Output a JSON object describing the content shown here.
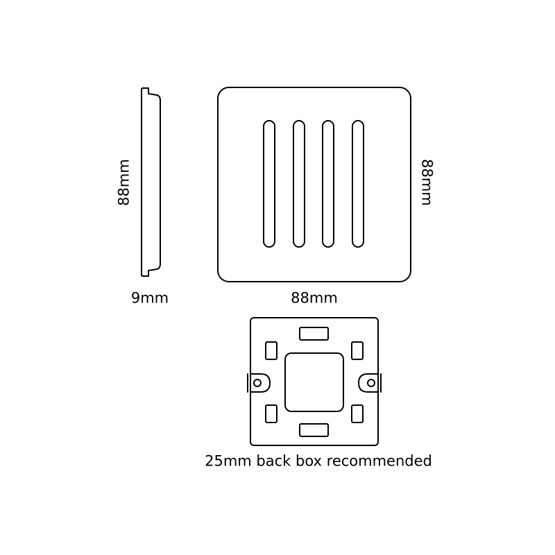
{
  "labels": {
    "side_height": "88mm",
    "front_height": "88mm",
    "side_depth": "9mm",
    "front_width": "88mm",
    "caption": "25mm back box recommended"
  },
  "colors": {
    "stroke": "#000000",
    "background": "#ffffff"
  }
}
